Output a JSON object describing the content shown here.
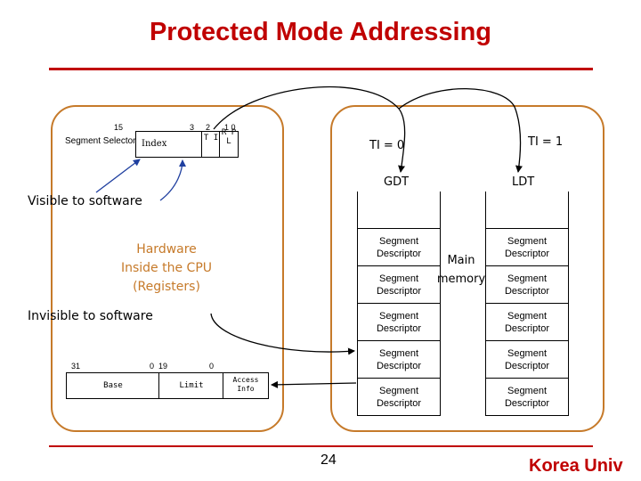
{
  "slide": {
    "title": "Protected Mode Addressing",
    "page_number": "24",
    "footer_brand": "Korea Univ"
  },
  "selector": {
    "label": "Segment Selector",
    "index_label": "Index",
    "bit_15": "15",
    "bit_3": "3",
    "bit_2": "2",
    "bit_1_0": "1 0",
    "ti_label": "T I",
    "rpl_label": "R P L"
  },
  "labels": {
    "visible": "Visible to software",
    "invisible": "Invisible to software",
    "hardware": "Hardware\nInside the CPU\n(Registers)"
  },
  "descriptor_reg": {
    "bit_31": "31",
    "bit_0_19": "0  19",
    "bit_0": "0",
    "base": "Base",
    "limit": "Limit",
    "access": "Access\nInfo"
  },
  "memory": {
    "ti0": "TI = 0",
    "ti1": "TI = 1",
    "gdt": "GDT",
    "ldt": "LDT",
    "main_memory": "Main\nmemory",
    "gdt_entries": [
      "Segment\nDescriptor",
      "Segment\nDescriptor",
      "Segment\nDescriptor",
      "Segment\nDescriptor",
      "Segment\nDescriptor"
    ],
    "ldt_entries": [
      "Segment\nDescriptor",
      "Segment\nDescriptor",
      "Segment\nDescriptor",
      "Segment\nDescriptor",
      "Segment\nDescriptor"
    ]
  },
  "colors": {
    "title": "#c00000",
    "panel_border": "#c67a2a",
    "hardware_text": "#c67a2a",
    "arrow": "#000000",
    "arrow_blue": "#1f3f9f"
  }
}
